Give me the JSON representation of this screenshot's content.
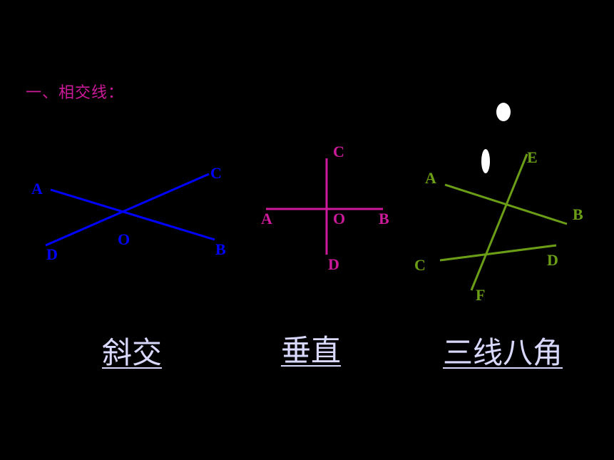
{
  "heading": "一、相交线：",
  "colors": {
    "background": "#000000",
    "heading": "#cc1a9a",
    "oblique": "#0000ff",
    "perpendicular": "#cc1a9a",
    "three_lines": "#6b9e16",
    "link": "#d9d9ff",
    "marker": "#ffffff"
  },
  "figures": {
    "oblique": {
      "A": "A",
      "B": "B",
      "C": "C",
      "D": "D",
      "O": "O"
    },
    "perpendicular": {
      "A": "A",
      "B": "B",
      "C": "C",
      "D": "D",
      "O": "O"
    },
    "three_lines": {
      "A": "A",
      "B": "B",
      "C": "C",
      "D": "D",
      "E": "E",
      "F": "F"
    }
  },
  "links": {
    "oblique": "斜交",
    "perpendicular": "垂直",
    "three_lines_eight_angles": "三线八角"
  }
}
